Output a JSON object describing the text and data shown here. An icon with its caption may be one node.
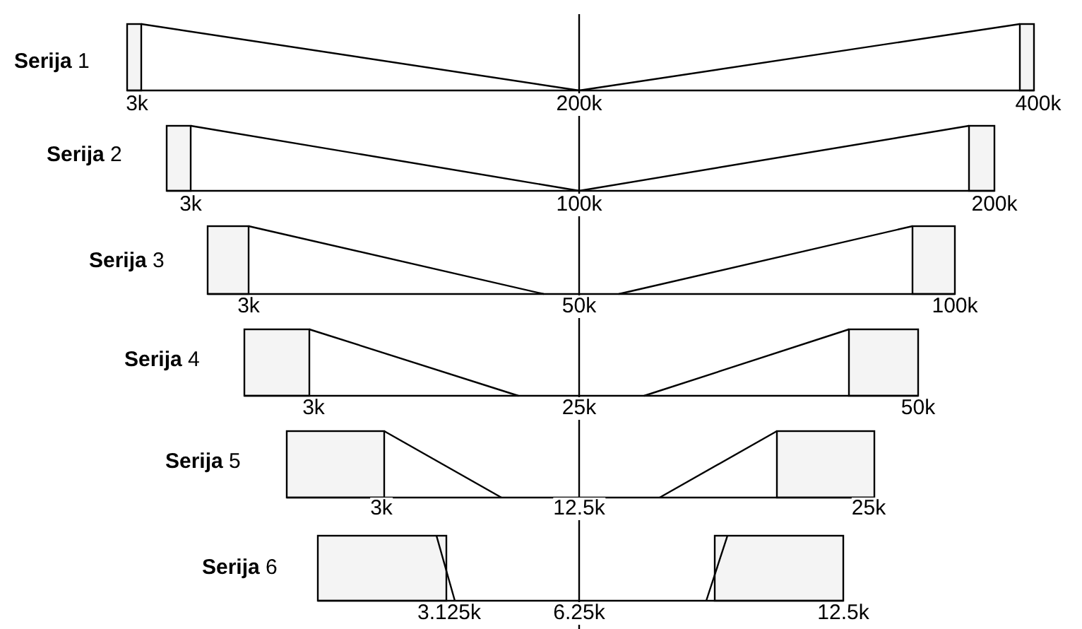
{
  "diagram": {
    "labels": [
      "**Serija** 1",
      "3k",
      "200k",
      "400k",
      "**Serija** 2",
      "3k",
      "100k",
      "200k",
      "**Serija** 3",
      "3k",
      "50k",
      "100k",
      "**Serija** 4",
      "3k",
      "25k",
      "50k",
      "**Serija** 5",
      "3k",
      "12.5k",
      "25k",
      "**Serija** 6",
      "3.125k",
      "6.25k",
      "12.5k"
    ]
  }
}
